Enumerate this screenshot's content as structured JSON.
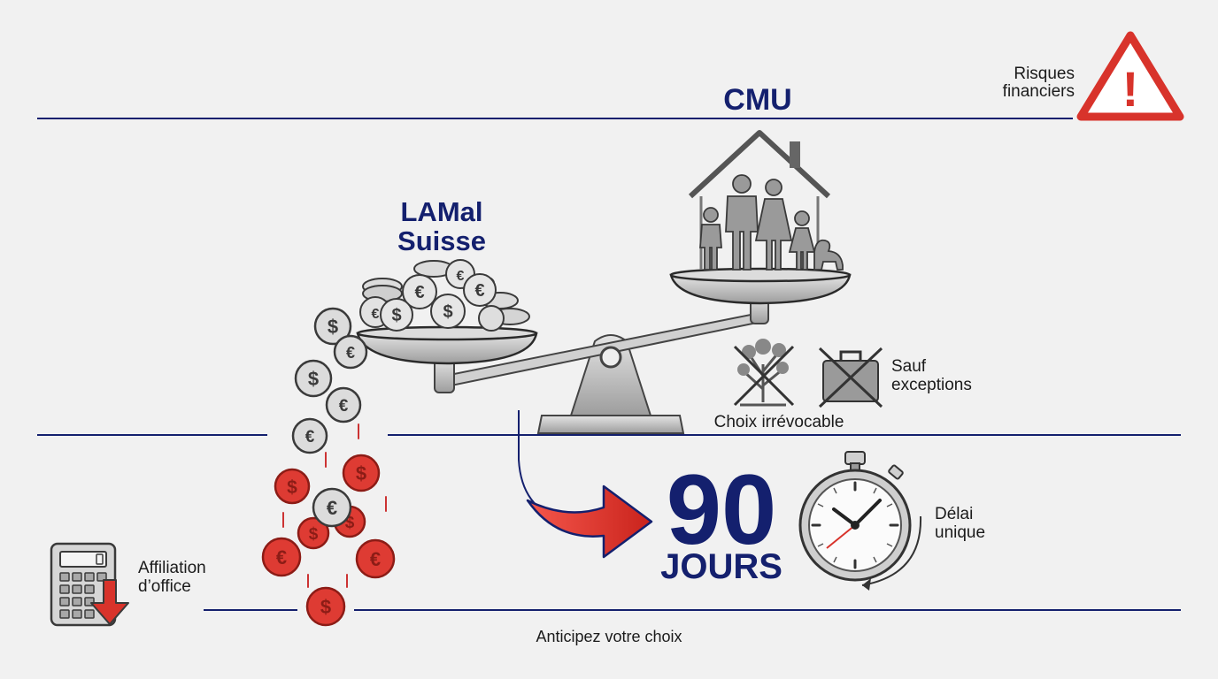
{
  "labels": {
    "cmu": "CMU",
    "lamal_line1": "LAMal",
    "lamal_line2": "Suisse",
    "risques_line1": "Risques",
    "risques_line2": "financiers",
    "sauf_line1": "Sauf",
    "sauf_line2": "exceptions",
    "choix": "Choix irrévocable",
    "big_number": "90",
    "big_unit": "JOURS",
    "delai_line1": "Délai",
    "delai_line2": "unique",
    "affiliation_line1": "Affiliation",
    "affiliation_line2": "d’office",
    "anticipez": "Anticipez votre choix"
  },
  "coin_symbols": {
    "euro": "€",
    "dollar": "$"
  },
  "warning_glyph": "!",
  "colors": {
    "navy": "#14206e",
    "red": "#d8332b",
    "grey": "#8e8e8e",
    "dark": "#3a3a3a",
    "background": "#f1f1f1"
  },
  "icons": [
    "warning-triangle-icon",
    "house-family-icon",
    "balance-scale-icon",
    "coin-stack-icon",
    "crossed-tree-icon",
    "crossed-briefcase-icon",
    "red-arrow-icon",
    "stopwatch-icon",
    "calculator-icon",
    "down-arrow-icon"
  ]
}
